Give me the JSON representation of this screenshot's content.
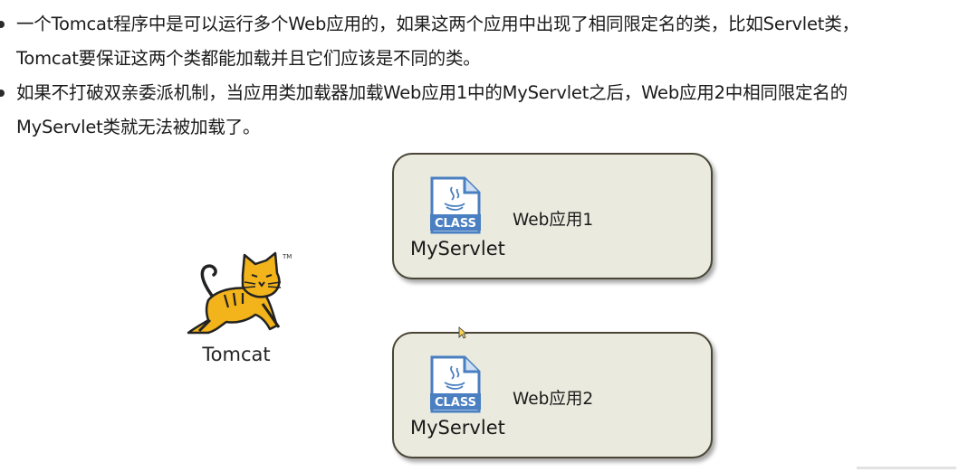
{
  "bullets": [
    {
      "lines": [
        "一个Tomcat程序中是可以运行多个Web应用的，如果这两个应用中出现了相同限定名的类，比如Servlet类，",
        "Tomcat要保证这两个类都能加载并且它们应该是不同的类。"
      ]
    },
    {
      "lines": [
        "如果不打破双亲委派机制，当应用类加载器加载Web应用1中的MyServlet之后，Web应用2中相同限定名的",
        "MyServlet类就无法被加载了。"
      ]
    }
  ],
  "tomcat": {
    "label": "Tomcat",
    "tm": "TM"
  },
  "apps": [
    {
      "class_icon_text": "CLASS",
      "class_name": "MyServlet",
      "app_name": "Web应用1"
    },
    {
      "class_icon_text": "CLASS",
      "class_name": "MyServlet",
      "app_name": "Web应用2"
    }
  ],
  "colors": {
    "box_fill": "#eaebde",
    "box_border": "#4a4536",
    "class_icon_blue": "#4a7fc1",
    "tomcat_yellow": "#f2b31b"
  }
}
